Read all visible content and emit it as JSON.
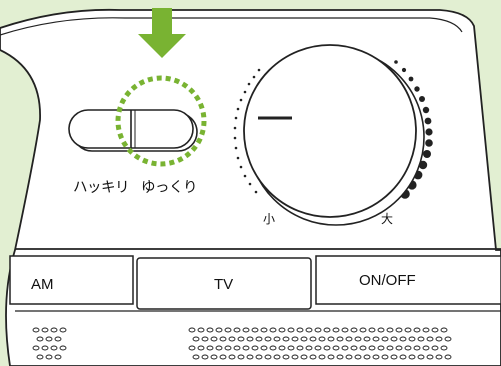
{
  "speech_switch": {
    "left_label": "ハッキリ",
    "right_label": "ゆっくり"
  },
  "volume_dial": {
    "min_label": "小",
    "max_label": "大"
  },
  "buttons": {
    "am": "AM",
    "tv": "TV",
    "power": "ON/OFF"
  },
  "colors": {
    "background": "#e2efd2",
    "highlight": "#79b332",
    "device_outline": "#222222",
    "device_body": "#ffffff"
  },
  "icons": {
    "pointer": "arrow-down-icon",
    "highlight": "dashed-circle-icon",
    "speaker": "speaker-grille-icon"
  }
}
